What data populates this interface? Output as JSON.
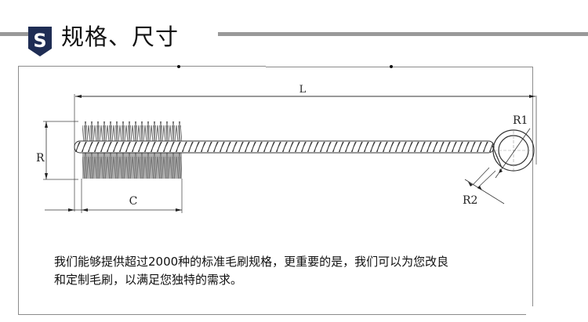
{
  "header": {
    "badge_letter": "S",
    "title": "规格、尺寸",
    "badge_color": "#1f2d54",
    "line_color": "#999999"
  },
  "drawing": {
    "labels": {
      "length": "L",
      "brush_radius": "R",
      "brush_length": "C",
      "loop_radius": "R1",
      "wire_radius": "R2"
    },
    "line_color": "#333333"
  },
  "description": {
    "line1": "我们能够提供超过2000种的标准毛刷规格，更重要的是，我们可以为您改良",
    "line2": "和定制毛刷，以满足您独特的需求。"
  }
}
